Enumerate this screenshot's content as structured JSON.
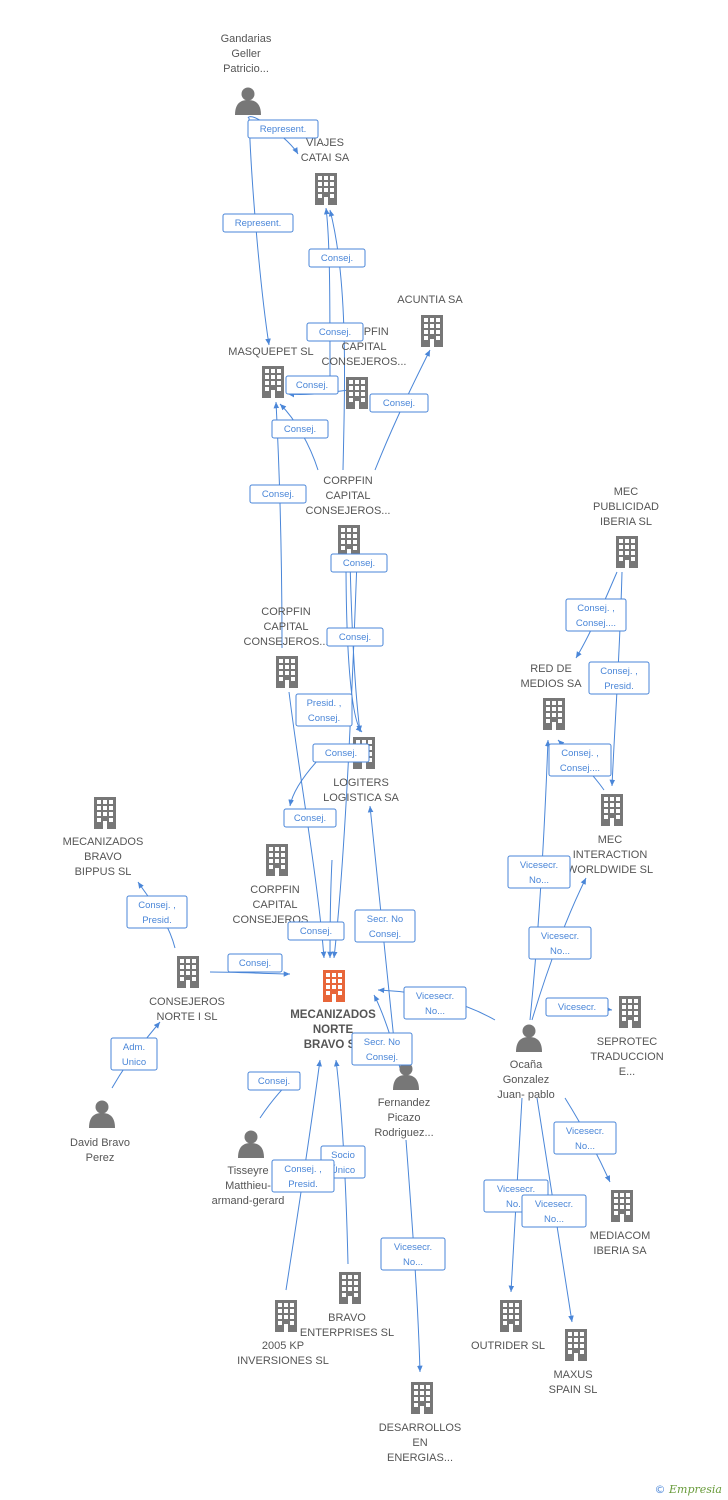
{
  "colors": {
    "edge": "#4a86d8",
    "company": "#777777",
    "main": "#e8663a",
    "person": "#777777"
  },
  "footer": {
    "copyright": "©",
    "brand": "Empresia"
  },
  "nodes": [
    {
      "id": "gandarias",
      "type": "person",
      "lines": [
        "Gandarias",
        "Geller",
        "Patricio..."
      ]
    },
    {
      "id": "viajes",
      "type": "company",
      "lines": [
        "VIAJES",
        "CATAI SA"
      ]
    },
    {
      "id": "acuntia",
      "type": "company",
      "lines": [
        "ACUNTIA SA"
      ]
    },
    {
      "id": "corpfin1",
      "type": "company",
      "lines": [
        "CORPFIN",
        "CAPITAL",
        "CONSEJEROS..."
      ]
    },
    {
      "id": "masquepet",
      "type": "company",
      "lines": [
        "MASQUEPET SL"
      ]
    },
    {
      "id": "corpfin2",
      "type": "company",
      "lines": [
        "CORPFIN",
        "CAPITAL",
        "CONSEJEROS..."
      ]
    },
    {
      "id": "mecpub",
      "type": "company",
      "lines": [
        "MEC",
        "PUBLICIDAD",
        "IBERIA SL"
      ]
    },
    {
      "id": "corpfin3",
      "type": "company",
      "lines": [
        "CORPFIN",
        "CAPITAL",
        "CONSEJEROS..."
      ]
    },
    {
      "id": "redmedios",
      "type": "company",
      "lines": [
        "RED DE",
        "MEDIOS SA"
      ]
    },
    {
      "id": "logiters",
      "type": "company",
      "lines": [
        "LOGITERS",
        "LOGISTICA SA"
      ]
    },
    {
      "id": "mecint",
      "type": "company",
      "lines": [
        "MEC",
        "INTERACTION",
        "WORLDWIDE SL"
      ]
    },
    {
      "id": "mecbippus",
      "type": "company",
      "lines": [
        "MECANIZADOS",
        "BRAVO",
        "BIPPUS SL"
      ]
    },
    {
      "id": "corpfin4",
      "type": "company",
      "lines": [
        "CORPFIN",
        "CAPITAL",
        "CONSEJEROS..."
      ]
    },
    {
      "id": "consnorte",
      "type": "company",
      "lines": [
        "CONSEJEROS",
        "NORTE I SL"
      ]
    },
    {
      "id": "main",
      "type": "main",
      "lines": [
        "MECANIZADOS",
        "NORTE",
        "BRAVO SL"
      ]
    },
    {
      "id": "seprotec",
      "type": "company",
      "lines": [
        "SEPROTEC",
        "TRADUCCION",
        "E..."
      ]
    },
    {
      "id": "ocana",
      "type": "person",
      "lines": [
        "Ocaña",
        "Gonzalez",
        "Juan- pablo"
      ]
    },
    {
      "id": "fernandez",
      "type": "person",
      "lines": [
        "Fernandez",
        "Picazo",
        "Rodriguez..."
      ]
    },
    {
      "id": "david",
      "type": "person",
      "lines": [
        "David Bravo",
        "Perez"
      ]
    },
    {
      "id": "tisseyre",
      "type": "person",
      "lines": [
        "Tisseyre",
        "Matthieu-",
        "armand-gerard"
      ]
    },
    {
      "id": "mediacom",
      "type": "company",
      "lines": [
        "MEDIACOM",
        "IBERIA SA"
      ]
    },
    {
      "id": "bravoent",
      "type": "company",
      "lines": [
        "BRAVO",
        "ENTERPRISES SL"
      ]
    },
    {
      "id": "kp2005",
      "type": "company",
      "lines": [
        "2005 KP",
        "INVERSIONES SL"
      ]
    },
    {
      "id": "outrider",
      "type": "company",
      "lines": [
        "OUTRIDER SL"
      ]
    },
    {
      "id": "maxus",
      "type": "company",
      "lines": [
        "MAXUS",
        "SPAIN SL"
      ]
    },
    {
      "id": "desarrollos",
      "type": "company",
      "lines": [
        "DESARROLLOS",
        "EN",
        "ENERGIAS..."
      ]
    }
  ],
  "edges": [
    {
      "lines": [
        "Represent."
      ]
    },
    {
      "lines": [
        "Represent."
      ]
    },
    {
      "lines": [
        "Consej."
      ]
    },
    {
      "lines": [
        "Consej."
      ]
    },
    {
      "lines": [
        "Consej."
      ]
    },
    {
      "lines": [
        "Consej."
      ]
    },
    {
      "lines": [
        "Consej."
      ]
    },
    {
      "lines": [
        "Consej."
      ]
    },
    {
      "lines": [
        "Consej."
      ]
    },
    {
      "lines": [
        "Consej."
      ]
    },
    {
      "lines": [
        "Consej. ,",
        "Consej...."
      ]
    },
    {
      "lines": [
        "Consej. ,",
        "Presid."
      ]
    },
    {
      "lines": [
        "Presid. ,",
        "Consej."
      ]
    },
    {
      "lines": [
        "Consej."
      ]
    },
    {
      "lines": [
        "Consej. ,",
        "Consej...."
      ]
    },
    {
      "lines": [
        "Consej."
      ]
    },
    {
      "lines": [
        "Vicesecr.",
        "No..."
      ]
    },
    {
      "lines": [
        "Consej. ,",
        "Presid."
      ]
    },
    {
      "lines": [
        "Secr. No",
        "Consej."
      ]
    },
    {
      "lines": [
        "Consej."
      ]
    },
    {
      "lines": [
        "Vicesecr.",
        "No..."
      ]
    },
    {
      "lines": [
        "Consej."
      ]
    },
    {
      "lines": [
        "Vicesecr.",
        "No..."
      ]
    },
    {
      "lines": [
        "Vicesecr."
      ]
    },
    {
      "lines": [
        "Adm.",
        "Unico"
      ]
    },
    {
      "lines": [
        "Secr. No",
        "Consej."
      ]
    },
    {
      "lines": [
        "Consej."
      ]
    },
    {
      "lines": [
        "Vicesecr.",
        "No..."
      ]
    },
    {
      "lines": [
        "Socio",
        "Único"
      ]
    },
    {
      "lines": [
        "Consej. ,",
        "Presid."
      ]
    },
    {
      "lines": [
        "Vicesecr.",
        "No..."
      ]
    },
    {
      "lines": [
        "Vicesecr.",
        "No..."
      ]
    },
    {
      "lines": [
        "Vicesecr.",
        "No..."
      ]
    }
  ]
}
